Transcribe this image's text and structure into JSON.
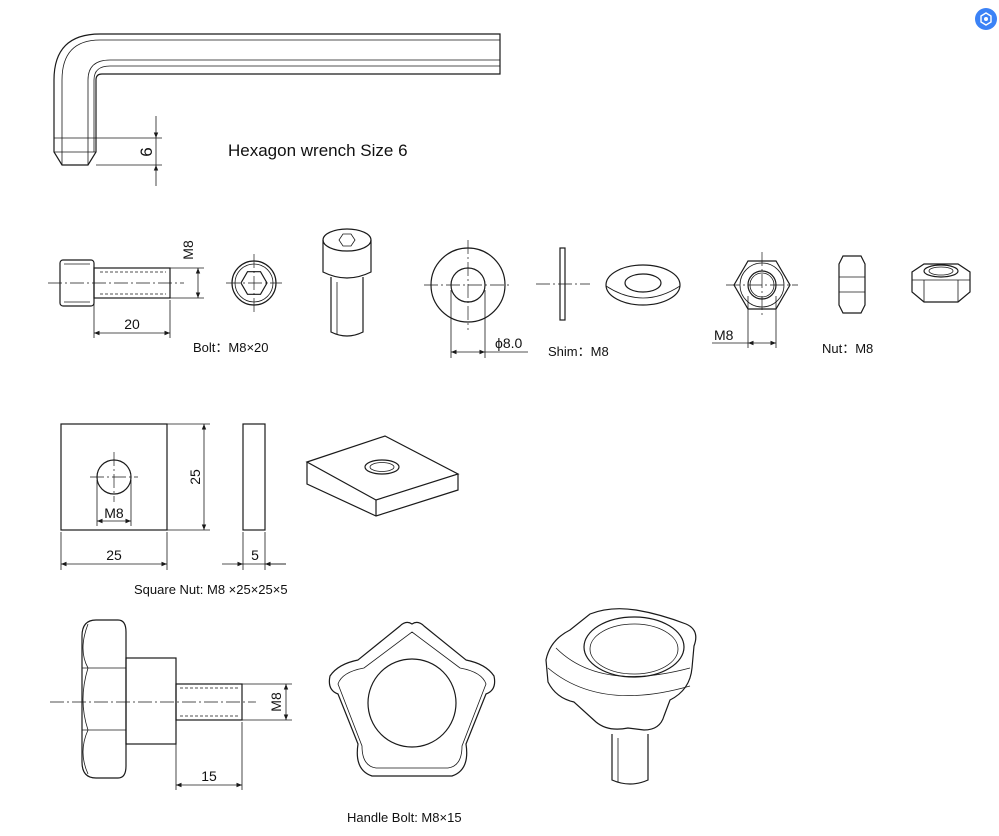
{
  "labels": {
    "hex_wrench": "Hexagon wrench  Size 6",
    "bolt": "Bolt：M8×20",
    "shim": "Shim：M8",
    "nut": "Nut：M8",
    "square_nut": "Square Nut:  M8 ×25×25×5",
    "handle_bolt": "Handle Bolt: M8×15"
  },
  "dims": {
    "wrench_size": "6",
    "bolt_thread": "M8",
    "bolt_length": "20",
    "shim_dia": "ϕ8.0",
    "nut_thread": "M8",
    "sq_thread": "M8",
    "sq_height": "25",
    "sq_width": "25",
    "sq_thick": "5",
    "handle_thread": "M8",
    "handle_length": "15"
  },
  "icons": {
    "corner_badge": "app-logo-icon"
  },
  "colors": {
    "line": "#1a1a1a",
    "badge": "#3b82f6"
  }
}
